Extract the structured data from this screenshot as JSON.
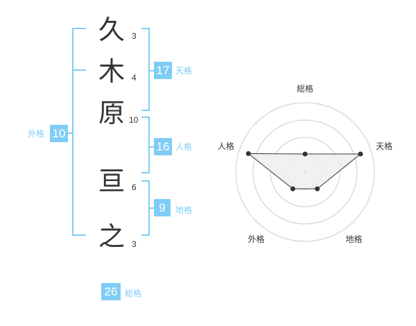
{
  "name": {
    "chars": [
      {
        "char": "久",
        "strokes": "3"
      },
      {
        "char": "木",
        "strokes": "4"
      },
      {
        "char": "原",
        "strokes": "10"
      },
      {
        "char": "亘",
        "strokes": "6"
      },
      {
        "char": "之",
        "strokes": "3"
      }
    ]
  },
  "fortune": {
    "tenkaku": {
      "value": "17",
      "label": "天格"
    },
    "jinkaku": {
      "value": "16",
      "label": "人格"
    },
    "chikaku": {
      "value": "9",
      "label": "地格"
    },
    "gaikaku": {
      "value": "10",
      "label": "外格"
    },
    "soukaku": {
      "value": "26",
      "label": "総格"
    }
  },
  "colors": {
    "accent": "#7fcdf6",
    "text": "#333333",
    "grid": "#cccccc"
  },
  "chart_data": {
    "type": "radar",
    "axes": [
      "総格",
      "天格",
      "地格",
      "外格",
      "人格"
    ],
    "values": [
      1.3,
      4.2,
      1.5,
      1.5,
      4.3
    ],
    "range": [
      0,
      5
    ],
    "rings": 4
  }
}
